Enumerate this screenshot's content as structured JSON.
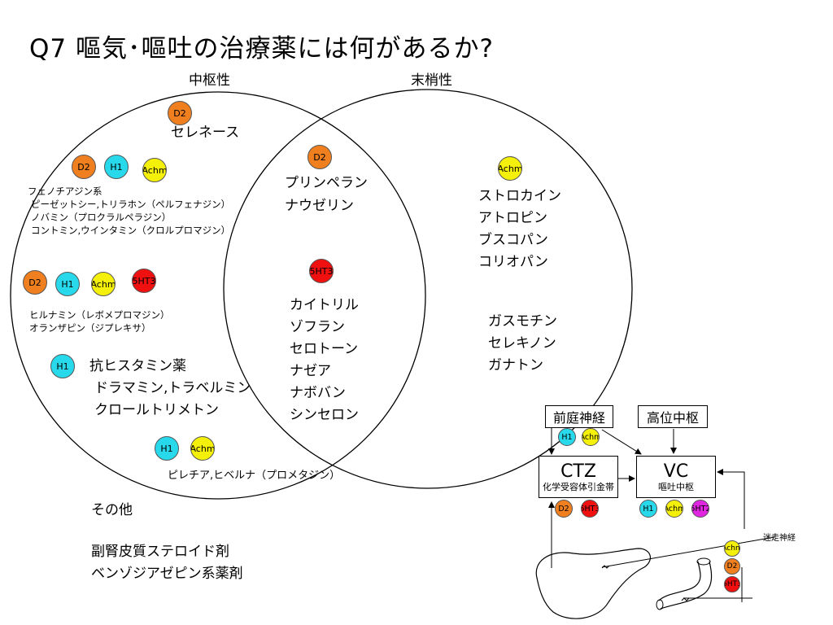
{
  "title": "Q7 嘔気･嘔吐の治療薬には何があるか?",
  "sets": {
    "central": "中枢性",
    "peripheral": "末梢性"
  },
  "receptors": {
    "d2": "D2",
    "h1": "H1",
    "achm": "Achm",
    "ht3": "5HT3",
    "ht2": "5HT2"
  },
  "central_only": {
    "selenase": "セレネース",
    "phenothiazine": [
      "フェノチアジン系",
      "ピーゼットシー,トリラホン（ペルフェナジン）",
      "ノバミン（プロクラルペラジン）",
      "コントミン,ウインタミン（クロルプロマジン）"
    ],
    "hirnamin": [
      "ヒルナミン（レボメプロマジン）",
      "オランザピン（ジプレキサ）"
    ],
    "antihistamine": [
      "抗ヒスタミン薬",
      "ドラマミン,トラベルミン",
      "クロールトリメトン"
    ],
    "promethazine": "ピレチア,ヒベルナ（プロメタジン）"
  },
  "overlap": {
    "d2_drugs": [
      "プリンペラン",
      "ナウゼリン"
    ],
    "ht3_drugs": [
      "カイトリル",
      "ゾフラン",
      "セロトーン",
      "ナゼア",
      "ナボバン",
      "シンセロン"
    ]
  },
  "peripheral_only": {
    "achm_drugs": [
      "ストロカイン",
      "アトロピン",
      "ブスコパン",
      "コリオパン"
    ],
    "other_drugs": [
      "ガスモチン",
      "セレキノン",
      "ガナトン"
    ]
  },
  "other": {
    "heading": "その他",
    "items": [
      "副腎皮質ステロイド剤",
      "ベンゾジアゼピン系薬剤"
    ]
  },
  "pathway": {
    "vestibular": "前庭神経",
    "higher": "高位中枢",
    "ctz": "CTZ",
    "ctz_sub": "化学受容体引金帯",
    "vc": "VC",
    "vc_sub": "嘔吐中枢",
    "vagus": "迷走神経"
  }
}
